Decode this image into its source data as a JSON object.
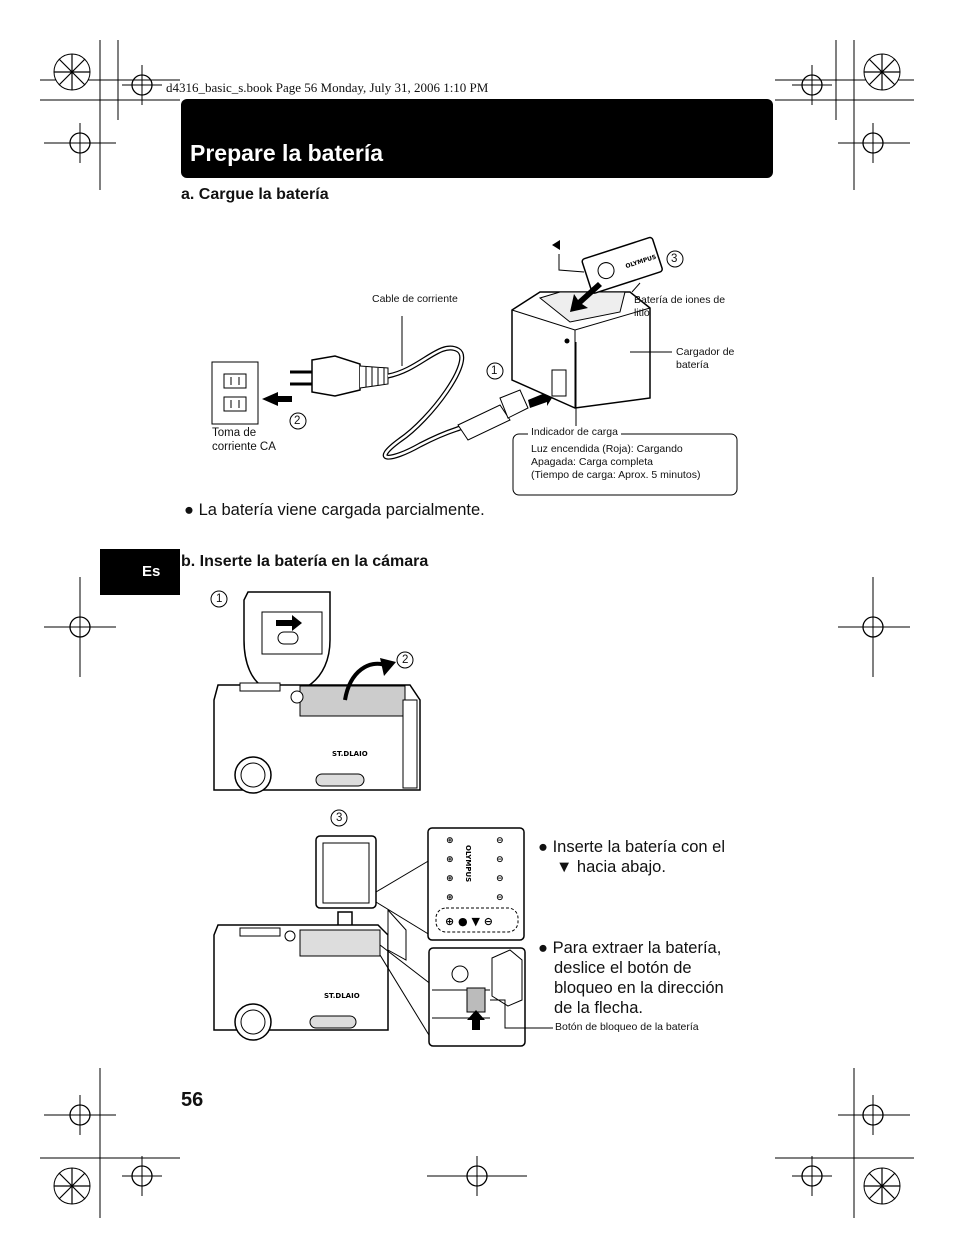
{
  "book_header": "d4316_basic_s.book  Page 56  Monday, July 31, 2006  1:10 PM",
  "title": "Prepare la batería",
  "lang_tab": "Es",
  "page_number": "56",
  "section_a": {
    "heading": "a.  Cargue la batería",
    "labels": {
      "cable": "Cable de corriente",
      "battery": [
        "Batería de iones de",
        "litio"
      ],
      "charger": [
        "Cargador de",
        "batería"
      ],
      "outlet": [
        "Toma de",
        "corriente CA"
      ],
      "indicator_title": "Indicador de carga",
      "indicator_lines": [
        "Luz encendida (Roja): Cargando",
        "Apagada: Carga completa",
        "(Tiempo de carga: Aprox. 5 minutos)"
      ],
      "step1": "1",
      "step2": "2",
      "step3": "3"
    },
    "note": "La batería viene cargada parcialmente."
  },
  "section_b": {
    "heading": "b.  Inserte la batería en la cámara",
    "step1": "1",
    "step2": "2",
    "step3": "3",
    "bullet1": [
      "Inserte la batería con el",
      "▼ hacia abajo."
    ],
    "bullet2": [
      "Para extraer la batería,",
      "deslice el botón de",
      "bloqueo en la dirección",
      "de la flecha."
    ],
    "lock_label": "Botón de bloqueo de la batería",
    "brand": "OLYMPUS",
    "camera_model": "ST.DLAIO"
  }
}
